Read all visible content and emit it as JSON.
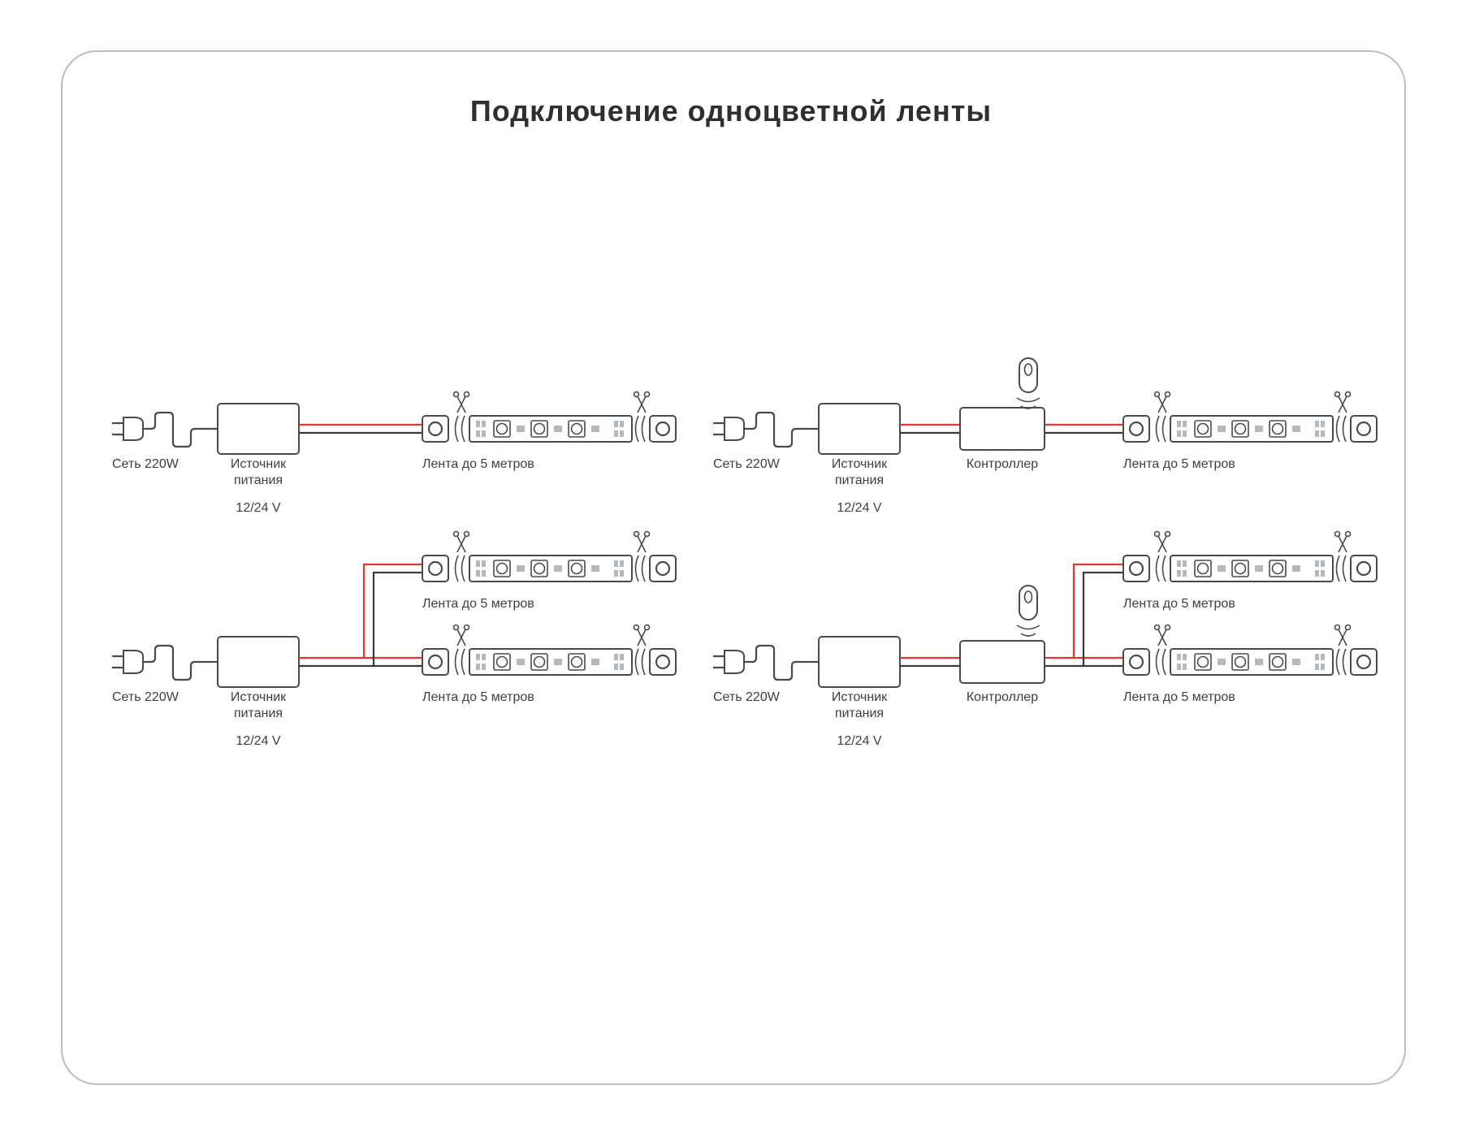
{
  "title": "Подключение одноцветной ленты",
  "colors": {
    "wire_red": "#e5372f",
    "wire_black": "#3a3a3a",
    "outline": "#474b4e",
    "text": "#3c4043",
    "frame": "#b9bec3",
    "pad_fill": "#b4b9bd"
  },
  "diagrams": [
    {
      "power": "Сеть 220W",
      "psu_line1": "Источник",
      "psu_line2": "питания",
      "psu_voltage": "12/24 V",
      "strip": "Лента до 5 метров"
    },
    {
      "power": "Сеть 220W",
      "psu_line1": "Источник",
      "psu_line2": "питания",
      "psu_voltage": "12/24 V",
      "controller": "Контроллер",
      "strip": "Лента до 5 метров"
    },
    {
      "power": "Сеть 220W",
      "psu_line1": "Источник",
      "psu_line2": "питания",
      "psu_voltage": "12/24 V",
      "strip_top": "Лента до 5 метров",
      "strip_bottom": "Лента до 5 метров"
    },
    {
      "power": "Сеть 220W",
      "psu_line1": "Источник",
      "psu_line2": "питания",
      "psu_voltage": "12/24 V",
      "controller": "Контроллер",
      "strip_top": "Лента до 5 метров",
      "strip_bottom": "Лента до 5 метров"
    }
  ]
}
